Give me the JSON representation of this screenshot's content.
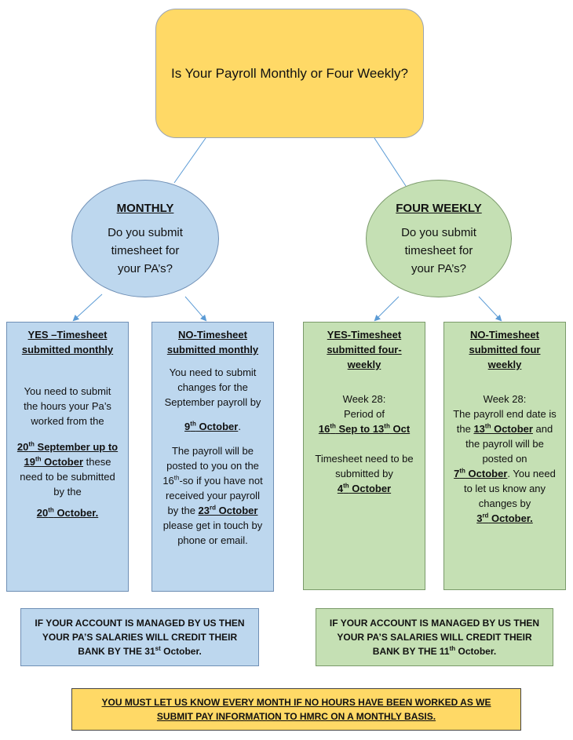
{
  "question": "Is Your Payroll Monthly or Four Weekly?",
  "monthly": {
    "heading": "MONTHLY",
    "question": [
      "Do you submit",
      "timesheet for",
      "your PA’s?"
    ],
    "yes_box": {
      "title": [
        "YES –Timesheet",
        "submitted monthly"
      ],
      "line1": "You need to submit",
      "line2": "the hours your Pa’s",
      "line3": "worked from the",
      "d1_num": "20",
      "d1_sup": "th",
      "d1_rest": " September up to",
      "d2_num": "19",
      "d2_sup": "th",
      "d2_rest": " October",
      "d2_after": " these",
      "line6": "need to be submitted",
      "line7": "by the",
      "d3_num": "20",
      "d3_sup": "th",
      "d3_rest": " October."
    },
    "no_box": {
      "title": [
        "NO-Timesheet",
        "submitted monthly"
      ],
      "p1": [
        "You need to submit",
        "changes for the",
        "September payroll by"
      ],
      "d1_num": "9",
      "d1_sup": "th",
      "d1_rest": " October",
      "d1_after": ".",
      "p2a": "The payroll will be",
      "p2b": "posted to you on the",
      "p2c_num": "16",
      "p2c_sup": "th",
      "p2c_rest": "-so if you have not",
      "p2d": "received your payroll",
      "p2e_pre": "by the ",
      "p2e_num": "23",
      "p2e_sup": "rd",
      "p2e_rest": " October",
      "p2f": "please get in touch by",
      "p2g": "phone or email."
    },
    "footer": {
      "line1": "IF YOUR ACCOUNT IS MANAGED BY US THEN",
      "line2": "YOUR PA’S SALARIES WILL CREDIT THEIR",
      "line3_pre": "BANK BY THE 31",
      "line3_sup": "st",
      "line3_post": " October."
    }
  },
  "four_weekly": {
    "heading": "FOUR WEEKLY",
    "question": [
      "Do you submit",
      "timesheet for",
      "your PA’s?"
    ],
    "yes_box": {
      "title": [
        "YES-Timesheet",
        "submitted four-",
        "weekly"
      ],
      "week": "Week 28:",
      "period": "Period of",
      "p_a_num": "16",
      "p_a_sup": "th",
      "p_a_rest": " Sep to 13",
      "p_b_sup": "th",
      "p_b_rest": " Oct",
      "sub1": "Timesheet need to be",
      "sub2": "submitted by",
      "d_num": "4",
      "d_sup": "th",
      "d_rest": " October"
    },
    "no_box": {
      "title": [
        "NO-Timesheet",
        "submitted four",
        "weekly"
      ],
      "week": "Week 28:",
      "l1": "The payroll end date is",
      "l2_pre": "the ",
      "l2_num": "13",
      "l2_sup": "th",
      "l2_rest": " October",
      "l2_post": " and",
      "l3": "the payroll will be",
      "l4": "posted on",
      "l5_num": "7",
      "l5_sup": "th",
      "l5_rest": " October",
      "l5_post": ". You need",
      "l6": "to let us know any",
      "l7": "changes by",
      "l8_num": "3",
      "l8_sup": "rd",
      "l8_rest": " October."
    },
    "footer": {
      "line1": "IF YOUR ACCOUNT IS MANAGED BY US THEN",
      "line2": "YOUR PA’S SALARIES WILL CREDIT THEIR",
      "line3_pre": "BANK BY THE 11",
      "line3_sup": "th",
      "line3_post": " October."
    }
  },
  "warning": {
    "line1": "YOU MUST LET US KNOW EVERY MONTH IF NO HOURS HAVE BEEN WORKED AS WE",
    "line2": "SUBMIT PAY INFORMATION TO HMRC ON A MONTHLY BASIS."
  },
  "colors": {
    "yellow": "#ffd966",
    "blue": "#bdd7ee",
    "green": "#c5e0b4",
    "connector": "#5b9bd5"
  }
}
